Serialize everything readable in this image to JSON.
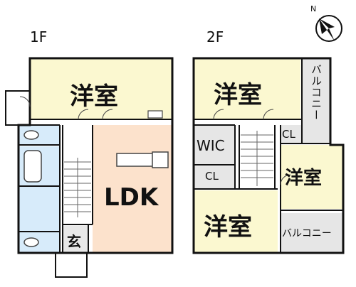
{
  "floors": {
    "first": {
      "label": "1F",
      "rooms": {
        "western_room": "洋室",
        "ldk": "LDK",
        "entrance": "玄"
      }
    },
    "second": {
      "label": "2F",
      "rooms": {
        "western_room_top": "洋室",
        "western_room_right": "洋室",
        "western_room_bottom": "洋室",
        "walk_in_closet": "WIC",
        "closet_left": "CL",
        "closet_right": "CL",
        "balcony_top": "バルコニー",
        "balcony_bottom": "バルコニー"
      }
    }
  },
  "compass": {
    "label": "N"
  },
  "colors": {
    "western_room": "#fbf8d0",
    "ldk": "#fce2cc",
    "wet_area": "#d7ebfa",
    "storage": "#e6e6e6",
    "wall": "#111111"
  }
}
